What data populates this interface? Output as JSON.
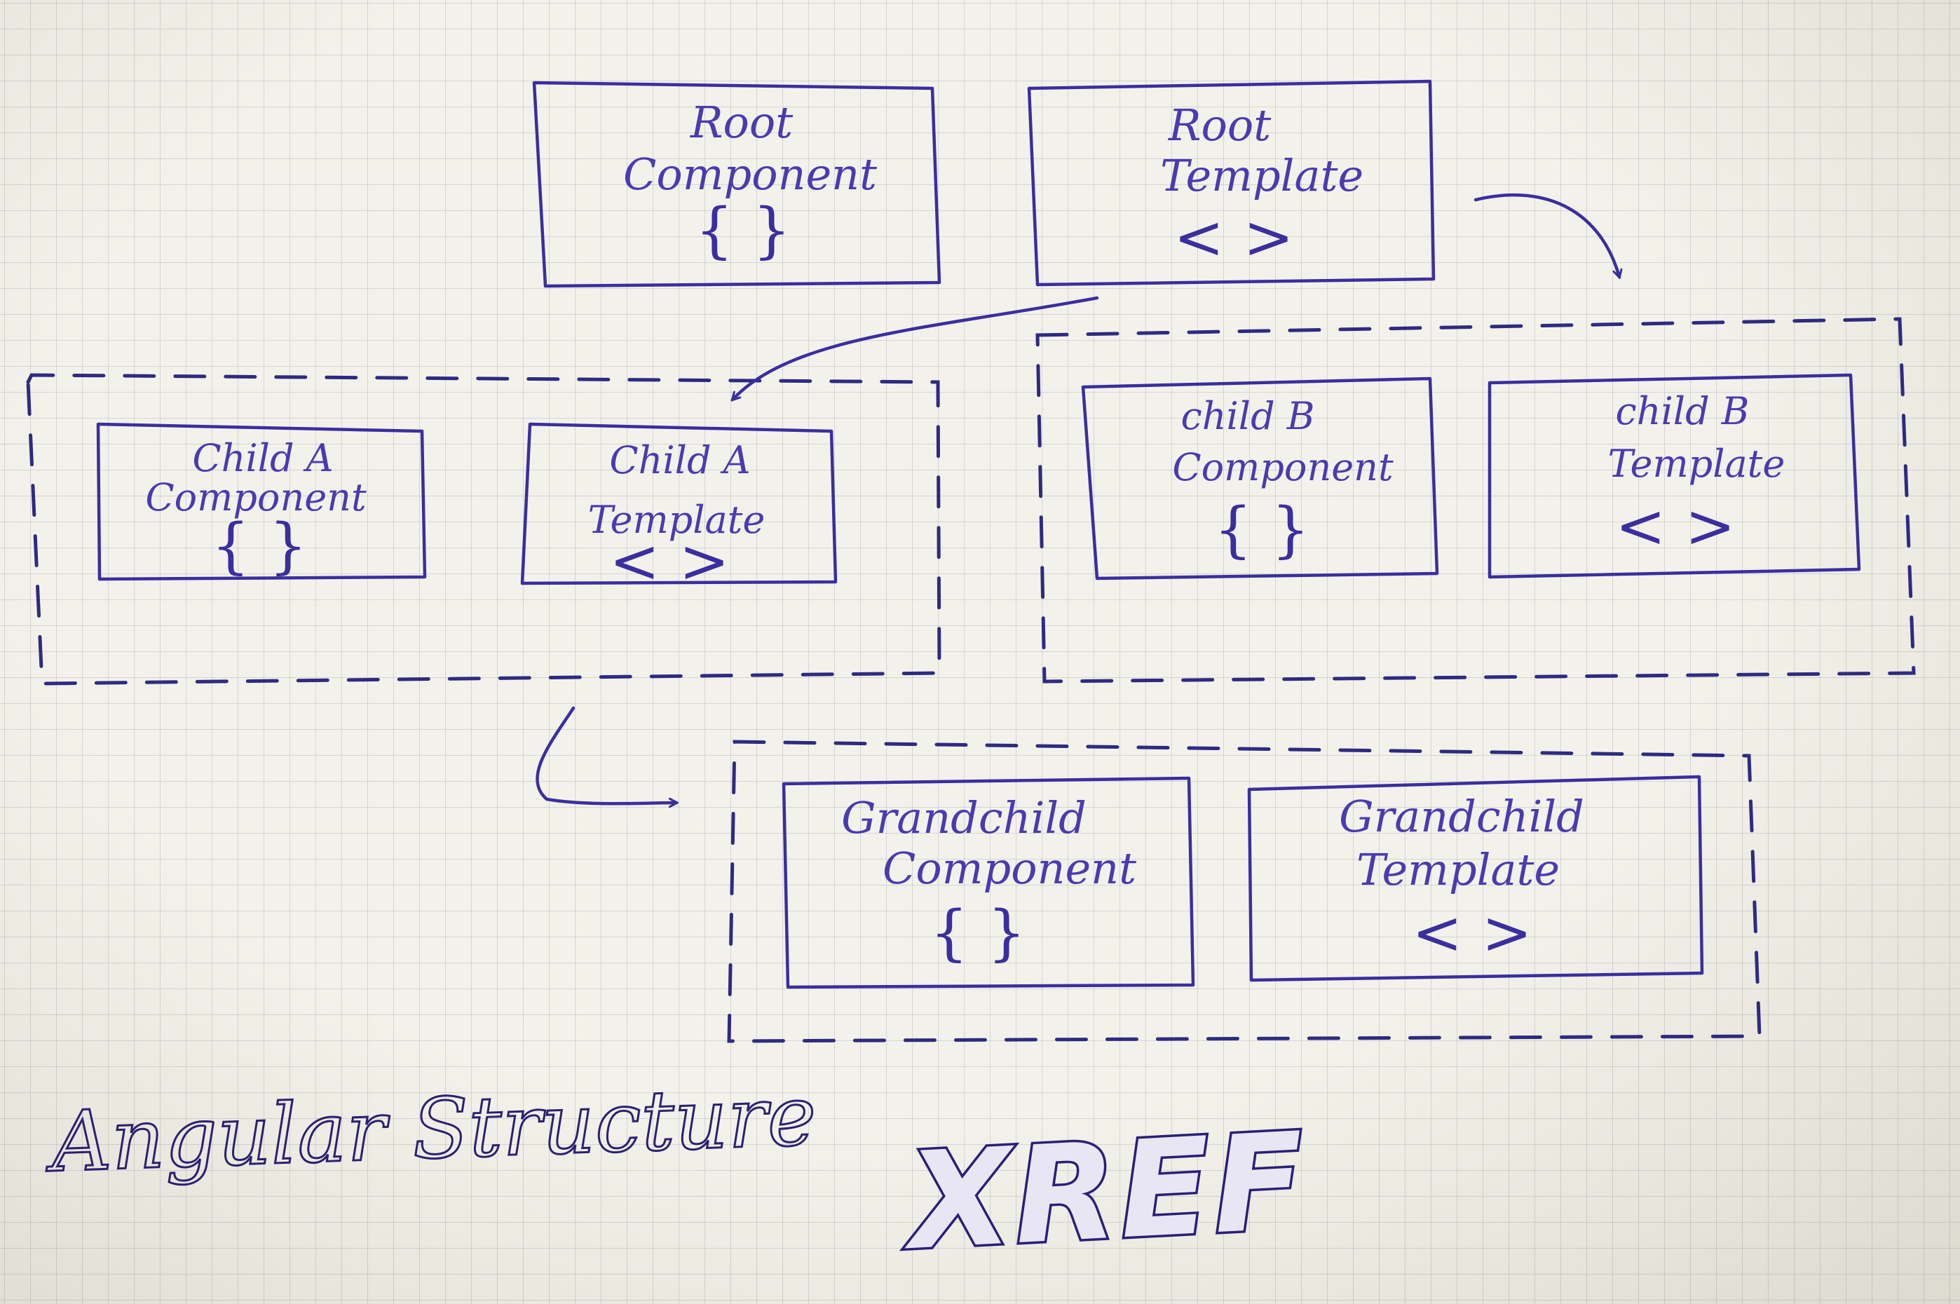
{
  "diagram": {
    "caption": "Angular Structure",
    "logo": "XREF",
    "root": {
      "component": {
        "line1": "Root",
        "line2": "Component",
        "symbol": "{ }"
      },
      "template": {
        "line1": "Root",
        "line2": "Template",
        "symbol": "< >"
      }
    },
    "child_a": {
      "component": {
        "line1": "Child A",
        "line2": "Component",
        "symbol": "{ }"
      },
      "template": {
        "line1": "Child A",
        "line2": "Template",
        "symbol": "< >"
      }
    },
    "child_b": {
      "component": {
        "line1": "child B",
        "line2": "Component",
        "symbol": "{ }"
      },
      "template": {
        "line1": "child B",
        "line2": "Template",
        "symbol": "< >"
      }
    },
    "grandchild": {
      "component": {
        "line1": "Grandchild",
        "line2": "Component",
        "symbol": "{ }"
      },
      "template": {
        "line1": "Grandchild",
        "line2": "Template",
        "symbol": "< >"
      }
    }
  },
  "colors": {
    "paper": "#f3f2ea",
    "grid": "#9696a5",
    "ink": "#3b2e9e",
    "ink_dark": "#2f2a80"
  }
}
